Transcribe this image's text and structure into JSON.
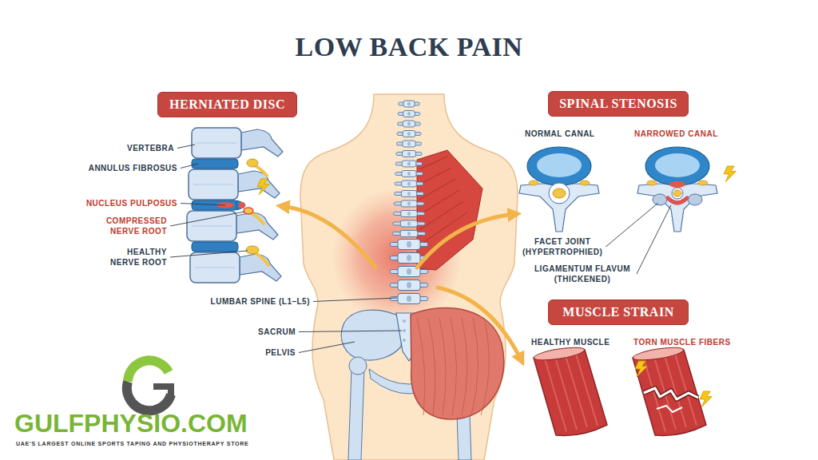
{
  "diagram": {
    "title": "LOW BACK PAIN",
    "nodes": [
      {
        "text": [
          "HERNIATED DISC"
        ]
      },
      {
        "text": [
          "SPINAL STENOSIS"
        ]
      },
      {
        "text": [
          "MUSCLE STRAIN"
        ]
      }
    ],
    "labels": [
      "VERTEBRA",
      "ANNULUS FIBROSUS",
      "NUCLEUS PULPOSUS",
      "COMPRESSED NERVE ROOT",
      "HEALTHY NERVE ROOT",
      "NORMAL CANAL",
      "NARROWED CANAL",
      "FACET JOINT (HYPERTROPHIED)",
      "LIGAMENTUM FLAVUM (THICKENED)",
      "LUMBAR SPINE (L1–L5)",
      "SACRUM",
      "PELVIS",
      "HEALTHY MUSCLE",
      "TORN MUSCLE FIBERS",
      "GULFPHYSIO.COM",
      "UAE'S LARGEST ONLINE SPORTS TAPING AND PHYSIOTHERAPY STORE"
    ]
  }
}
